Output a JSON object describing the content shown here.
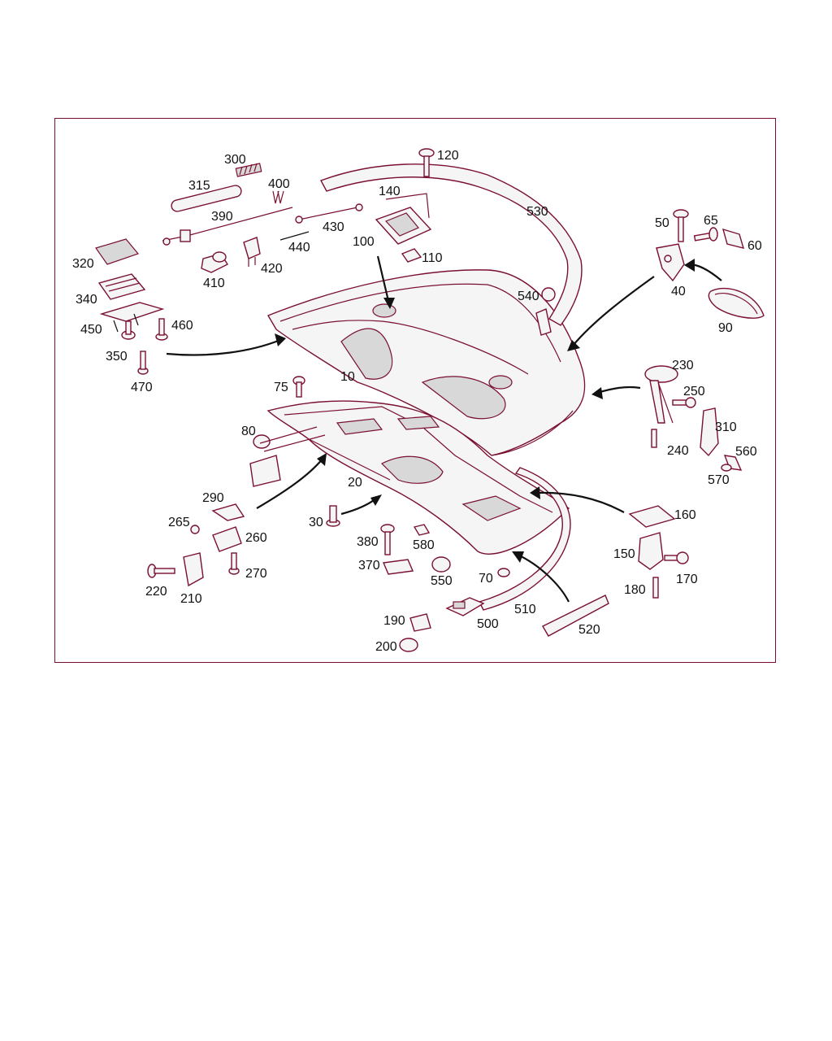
{
  "colors": {
    "outline": "#7a1030",
    "label": "#111111",
    "frame": "#7a1030"
  },
  "labels": {
    "l10": "10",
    "l20": "20",
    "l30": "30",
    "l40": "40",
    "l50": "50",
    "l60": "60",
    "l65": "65",
    "l70": "70",
    "l75": "75",
    "l80": "80",
    "l90": "90",
    "l100": "100",
    "l110": "110",
    "l120": "120",
    "l140": "140",
    "l150": "150",
    "l160": "160",
    "l170": "170",
    "l180": "180",
    "l190": "190",
    "l200": "200",
    "l210": "210",
    "l220": "220",
    "l230": "230",
    "l240": "240",
    "l250": "250",
    "l260": "260",
    "l265": "265",
    "l270": "270",
    "l290": "290",
    "l300": "300",
    "l310": "310",
    "l315": "315",
    "l320": "320",
    "l340": "340",
    "l350": "350",
    "l370": "370",
    "l380": "380",
    "l390": "390",
    "l400": "400",
    "l410": "410",
    "l420": "420",
    "l430": "430",
    "l440": "440",
    "l450": "450",
    "l460": "460",
    "l470": "470",
    "l500": "500",
    "l510": "510",
    "l520": "520",
    "l530": "530",
    "l540": "540",
    "l550": "550",
    "l560": "560",
    "l570": "570",
    "l580": "580"
  }
}
